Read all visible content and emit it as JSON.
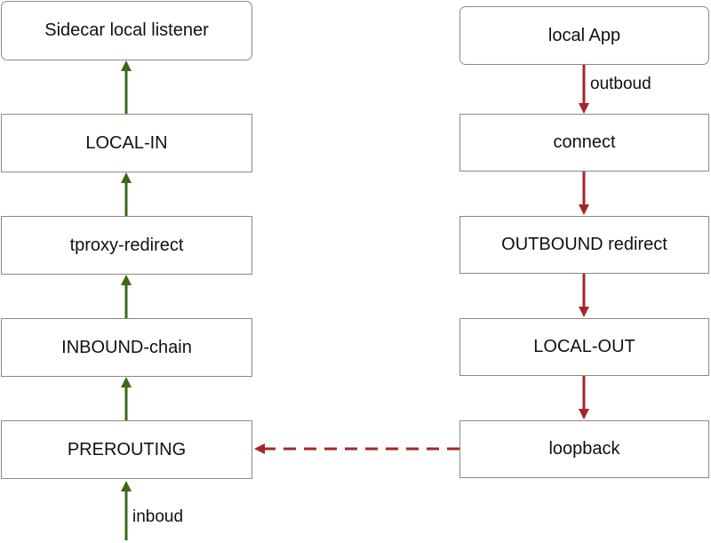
{
  "colors": {
    "inbound_arrow": "#3b6a16",
    "outbound_arrow": "#a3262b",
    "box_border": "#8a8a8a"
  },
  "left_column": {
    "sidecar_listener": "Sidecar local listener",
    "local_in": "LOCAL-IN",
    "tproxy_redirect": "tproxy-redirect",
    "inbound_chain": "INBOUND-chain",
    "prerouting": "PREROUTING"
  },
  "right_column": {
    "local_app": "local App",
    "connect": "connect",
    "outbound_redirect": "OUTBOUND redirect",
    "local_out": "LOCAL-OUT",
    "loopback": "loopback"
  },
  "edge_labels": {
    "outbound": "outboud",
    "inbound": "inboud"
  }
}
